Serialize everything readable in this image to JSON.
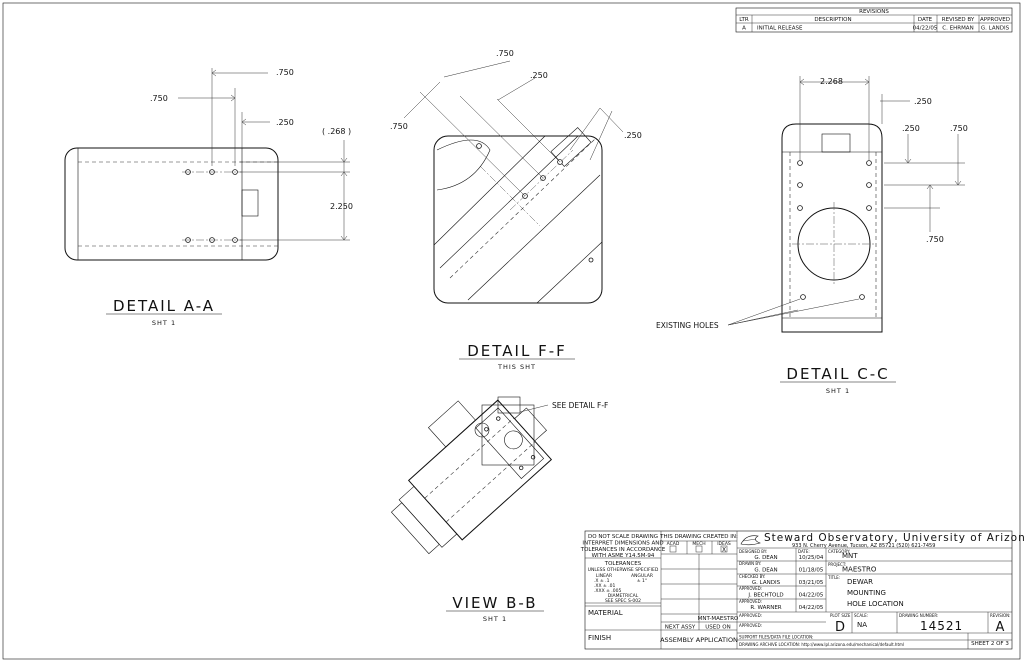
{
  "revisions": {
    "title": "REVISIONS",
    "headers": {
      "ltr": "LTR",
      "description": "DESCRIPTION",
      "date": "DATE",
      "revised_by": "REVISED BY",
      "approved": "APPROVED"
    },
    "rows": [
      {
        "ltr": "A",
        "description": "INITIAL RELEASE",
        "date": "04/22/05",
        "revised_by": "C. EHRMAN",
        "approved": "G. LANDIS"
      }
    ]
  },
  "detail_a": {
    "title": "DETAIL A-A",
    "sheet": "SHT 1",
    "dims": {
      "top": ".750",
      "left": ".750",
      "mid": ".250",
      "ref": "( .268 )",
      "height": "2.250"
    }
  },
  "detail_f": {
    "title": "DETAIL F-F",
    "sheet": "THIS SHT",
    "dims": {
      "top": ".750",
      "mid": ".250",
      "left": ".750",
      "right": ".250"
    }
  },
  "detail_c": {
    "title": "DETAIL C-C",
    "sheet": "SHT 1",
    "dims": {
      "width": "2.268",
      "top_right": ".250",
      "mid": ".250",
      "right": ".750",
      "lower": ".750"
    },
    "note": "EXISTING HOLES"
  },
  "view_b": {
    "title": "VIEW B-B",
    "sheet": "SHT 1",
    "callout": "SEE DETAIL F-F"
  },
  "title_block": {
    "scale_note": [
      "DO NOT SCALE DRAWING",
      "INTERPRET DIMENSIONS AND",
      "TOLERANCES IN ACCORDANCE",
      "WITH ASME Y14.5M-94"
    ],
    "tolerances_title": "TOLERANCES",
    "tolerances_sub": "UNLESS OTHERWISE SPECIFIED",
    "tol_headers": {
      "linear": "LINEAR",
      "angular": "ANGULAR"
    },
    "tol_rows": [
      ".X  ± .1",
      ".XX  ± .01",
      ".XXX  ± .005"
    ],
    "tol_angular": "± 1°",
    "diametrical": "DIAMETRICAL",
    "diametrical_spec": "SEE SPEC S-002",
    "cad_title": "THIS DRAWING CREATED IN:",
    "cad_options": {
      "acad": "ACAD",
      "mech": "MECH",
      "ideas": "IDEAS"
    },
    "ideas_mark": "X",
    "material": "MATERIAL",
    "finish": "FINISH",
    "next_assy": "NEXT ASSY",
    "used_on": "USED ON",
    "next_assy_value": "MNT-MAESTRO",
    "assembly": "ASSEMBLY APPLICATION",
    "company": "Steward Observatory, University of Arizona",
    "address": "933 N. Cherry Avenue, Tucson, AZ  85721    (520) 621-7459",
    "designed_by_label": "DESIGNED BY:",
    "designed_by": "G. DEAN",
    "designed_date": "10/25/04",
    "drawn_by_label": "DRAWN BY:",
    "drawn_by": "G. DEAN",
    "drawn_date": "01/18/05",
    "checked_by_label": "CHECKED BY:",
    "checked_by": "G. LANDIS",
    "checked_date": "03/21/05",
    "approved_label": "APPROVED:",
    "approved_1": "J. BECHTOLD",
    "approved_1_date": "04/22/05",
    "approved_2_label": "APPROVED:",
    "approved_2": "R. WARNER",
    "approved_2_date": "04/22/05",
    "approved_3_label": "APPROVED:",
    "approved_4_label": "APPROVED:",
    "date_label": "DATE:",
    "category_label": "CATEGORY:",
    "category": "MNT",
    "project_label": "PROJECT:",
    "project": "MAESTRO",
    "title_label": "TITLE:",
    "title_lines": [
      "DEWAR",
      "MOUNTING",
      "HOLE LOCATION"
    ],
    "plot_size_label": "PLOT SIZE",
    "plot_size": "D",
    "scale_label": "SCALE:",
    "scale": "NA",
    "drawing_number_label": "DRAWING NUMBER:",
    "drawing_number": "14521",
    "revision_label": "REVISION:",
    "revision": "A",
    "support_file": "SUPPORT FILES/DATA FILE LOCATION:",
    "archive": "DRAWING ARCHIVE LOCATION: http://www.lpl.arizona.edu/mechanical/default.html",
    "sheet": "SHEET 2 OF 3"
  }
}
